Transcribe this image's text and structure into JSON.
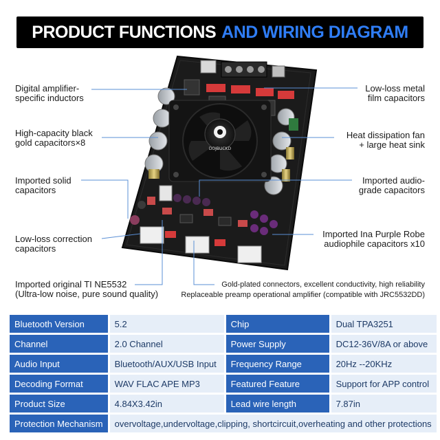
{
  "banner": {
    "title_white": "PRODUCT FUNCTIONS",
    "title_blue": "AND WIRING DIAGRAM"
  },
  "callouts": {
    "left": [
      {
        "line1": "Digital amplifier-",
        "line2": "specific inductors"
      },
      {
        "line1": "High-capacity black",
        "line2": "gold capacitors×8"
      },
      {
        "line1": "Imported solid",
        "line2": "capacitors"
      },
      {
        "line1": "Low-loss correction",
        "line2": "capacitors"
      },
      {
        "line1": "Imported original TI NE5532",
        "line2": "(Ultra-low noise, pure sound quality)"
      }
    ],
    "right": [
      {
        "line1": "Low-loss metal",
        "line2": "film capacitors"
      },
      {
        "line1": "Heat dissipation fan",
        "line2": "+ large heat sink"
      },
      {
        "line1": "Imported audio-",
        "line2": "grade capacitors"
      },
      {
        "line1": "Imported Ina Purple Robe",
        "line2": "audiophile capacitors x10"
      }
    ],
    "bottom": {
      "line1": "Gold-plated connectors, excellent conductivity, high reliability",
      "line2": "Replaceable preamp operational amplifier (compatible with JRC5532DD)"
    }
  },
  "fan_logo": "DOJBUCKD",
  "specs": [
    {
      "k1": "Bluetooth Version",
      "v1": "5.2",
      "k2": "Chip",
      "v2": "Dual TPA3251"
    },
    {
      "k1": "Channel",
      "v1": "2.0 Channel",
      "k2": "Power Supply",
      "v2": "DC12-36V/8A or above"
    },
    {
      "k1": "Audio Input",
      "v1": "Bluetooth/AUX/USB Input",
      "k2": "Frequency Range",
      "v2": "20Hz --20KHz"
    },
    {
      "k1": "Decoding Format",
      "v1": "WAV FLAC APE MP3",
      "k2": "Featured Feature",
      "v2": "Support for APP control"
    },
    {
      "k1": "Product Size",
      "v1": "4.84X3.42in",
      "k2": "Lead wire length",
      "v2": "7.87in"
    },
    {
      "k1": "Protection Mechanism",
      "v1": "overvoltage,undervoltage,clipping, shortcircuit,overheating and other protections"
    }
  ],
  "colors": {
    "banner_bg": "#000000",
    "banner_accent": "#2f7df5",
    "spec_key_bg": "#2a63b8",
    "spec_val_bg": "#e6eef8",
    "pcb": "#1b1b1b",
    "capacitor_gold": "#c9b45a",
    "terminal_red": "#d63a3a"
  }
}
